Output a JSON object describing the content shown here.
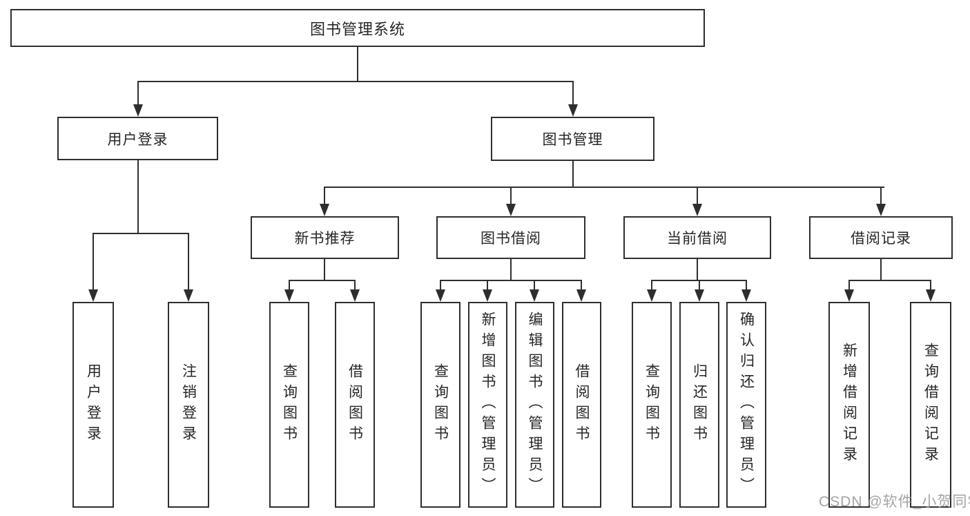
{
  "colors": {
    "background": "#ffffff",
    "box_border": "#2e2e2e",
    "connector_line": "#2e2e2e",
    "text": "#262626",
    "watermark": "#949494"
  },
  "nodes": {
    "root": "图书管理系统",
    "user_login": "用户登录",
    "book_mgmt": "图书管理",
    "new_book_rec": "新书推荐",
    "book_borrow": "图书借阅",
    "current_borrow": "当前借阅",
    "borrow_records": "借阅记录",
    "ul_login": "用户登录",
    "ul_logout": "注销登录",
    "nb_query_book": "查询图书",
    "nb_borrow_book": "借阅图书",
    "bb_query_book": "查询图书",
    "bb_add_book": "新增图书（管理员）",
    "bb_edit_book": "编辑图书（管理员）",
    "bb_borrow_book": "借阅图书",
    "cb_query_book": "查询图书",
    "cb_return_book": "归还图书",
    "cb_confirm_return": "确认归还（管理员）",
    "br_add_record": "新增借阅记录",
    "br_query_record": "查询借阅记录"
  },
  "watermark": "CSDN @软件_小贺同学"
}
